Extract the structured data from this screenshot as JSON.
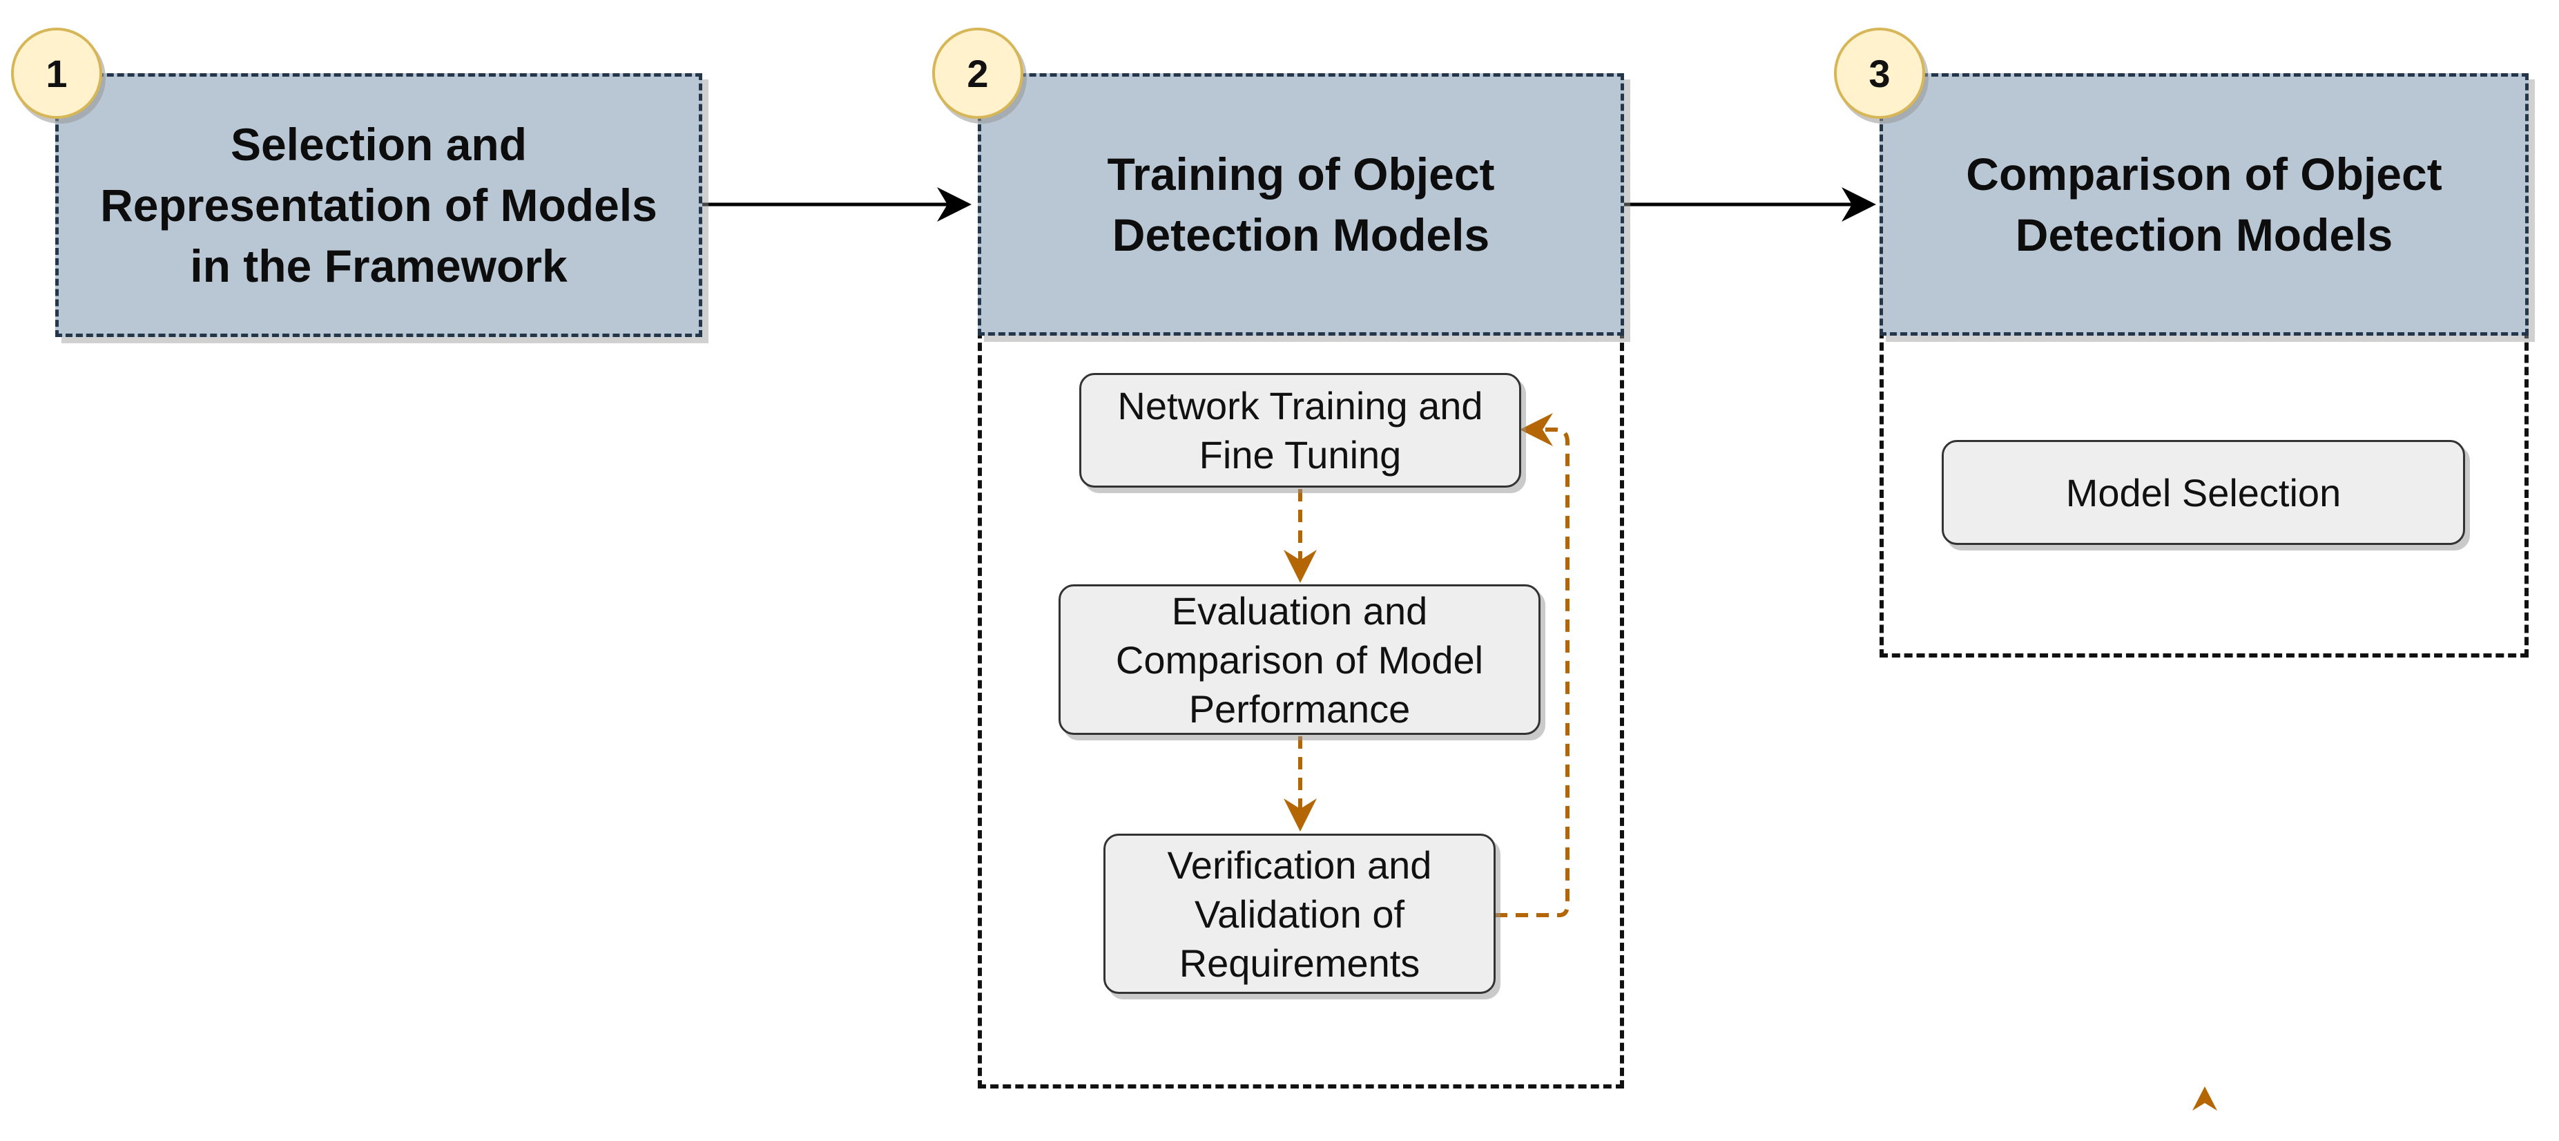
{
  "stages": [
    {
      "number": "1",
      "title": "Selection and\nRepresentation of Models\nin the Framework"
    },
    {
      "number": "2",
      "title": "Training of Object\nDetection Models"
    },
    {
      "number": "3",
      "title": "Comparison of Object\nDetection Models"
    }
  ],
  "training_steps": [
    {
      "label": "Network Training and\nFine Tuning"
    },
    {
      "label": "Evaluation and\nComparison of Model\nPerformance"
    },
    {
      "label": "Verification and\nValidation of\nRequirements"
    }
  ],
  "comparison_steps": [
    {
      "label": "Model Selection"
    }
  ],
  "colors": {
    "stage_fill": "#b9c7d4",
    "stage_border": "#23364a",
    "badge_fill": "#fff2cc",
    "badge_border": "#d6b656",
    "loop_arrow": "#b46504",
    "main_arrow": "#000000"
  }
}
